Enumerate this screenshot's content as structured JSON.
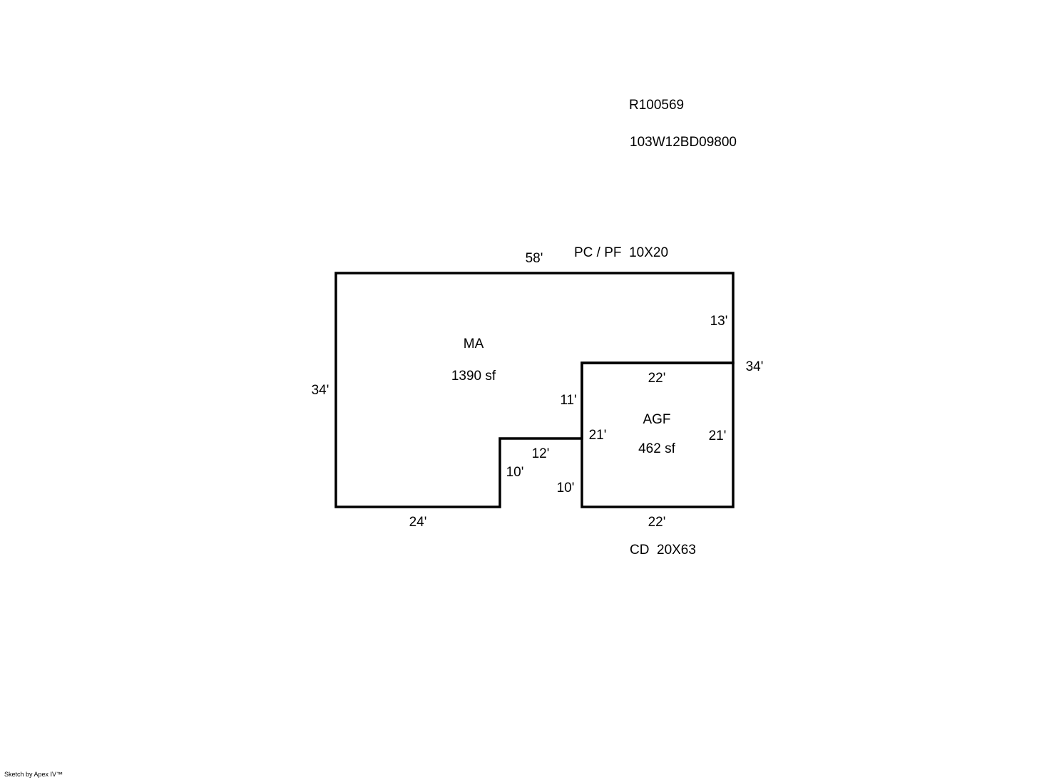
{
  "header": {
    "account_id": "R100569",
    "map_tax_lot": "103W12BD09800"
  },
  "areas": {
    "main": {
      "code": "MA",
      "area": "1390 sf"
    },
    "garage": {
      "code": "AGF",
      "area": "462 sf"
    }
  },
  "notes": {
    "porch": "PC / PF  10X20",
    "deck": "CD  20X63"
  },
  "dimensions": {
    "main_top": "58'",
    "main_right_upper": "13'",
    "overall_right": "34'",
    "main_left": "34'",
    "main_bottom": "24'",
    "notch_vertical_left": "10'",
    "notch_horizontal": "12'",
    "garage_left_upper": "11'",
    "garage_left_lower": "10'",
    "garage_top": "22'",
    "garage_left": "21'",
    "garage_right": "21'",
    "garage_bottom": "22'"
  },
  "footer": {
    "credit": "Sketch by Apex IV™"
  },
  "colors": {
    "line": "#000000",
    "background": "#ffffff"
  }
}
